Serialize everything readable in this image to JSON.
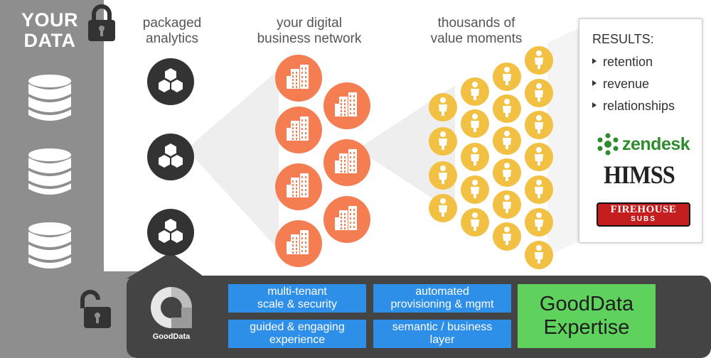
{
  "your_data": {
    "title_line1": "YOUR",
    "title_line2": "DATA"
  },
  "columns": {
    "analytics": {
      "line1": "packaged",
      "line2": "analytics"
    },
    "network": {
      "line1": "your digital",
      "line2": "business network"
    },
    "moments": {
      "line1": "thousands of",
      "line2": "value moments"
    }
  },
  "results": {
    "title": "RESULTS:",
    "items": [
      "retention",
      "revenue",
      "relationships"
    ],
    "brands": {
      "zendesk": "zendesk",
      "himss": "HIMSS",
      "firehouse_line1": "FIREHOUSE",
      "firehouse_line2": "SUBS"
    }
  },
  "platform": {
    "logo_label": "GoodData",
    "features": [
      {
        "line1": "multi-tenant",
        "line2": "scale & security"
      },
      {
        "line1": "automated",
        "line2": "provisioning & mgmt"
      },
      {
        "line1": "guided & engaging",
        "line2": "experience"
      },
      {
        "line1": "semantic / business",
        "line2": "layer"
      }
    ],
    "expertise": {
      "line1": "GoodData",
      "line2": "Expertise"
    }
  },
  "colors": {
    "data_panel": "#8e8e8e",
    "platform_bar": "#444444",
    "analytics_circle": "#333333",
    "building_circle": "#f47e52",
    "person_circle": "#f2c042",
    "feature_blue": "#2e8fe8",
    "expertise_green": "#5ed25c"
  },
  "icons": [
    "lock-icon",
    "unlock-icon",
    "database-icon",
    "hexagon-cluster-icon",
    "building-icon",
    "person-icon",
    "gooddata-logo-icon"
  ]
}
